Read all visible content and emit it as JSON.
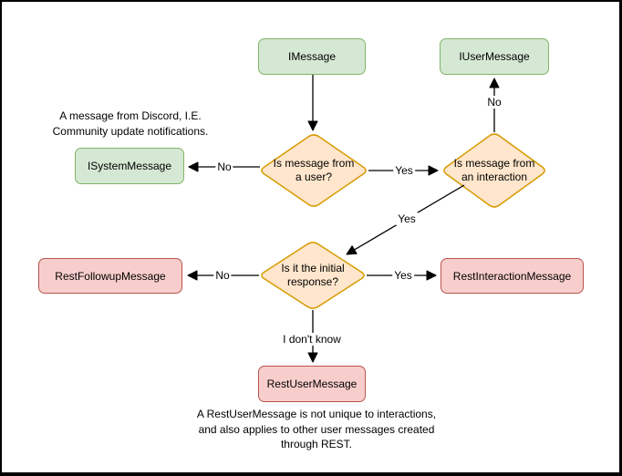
{
  "diagram": {
    "nodes": {
      "imessage": "IMessage",
      "iusermessage": "IUserMessage",
      "isystemmessage": "ISystemMessage",
      "restfollowupmessage": "RestFollowupMessage",
      "restinteractionmessage": "RestInteractionMessage",
      "restusermessage": "RestUserMessage"
    },
    "decisions": {
      "is_from_user": "Is message from\na user?",
      "is_from_interaction": "Is message from\nan interaction",
      "is_initial_response": "Is it the initial\nresponse?"
    },
    "edge_labels": {
      "from_user_no": "No",
      "from_user_yes": "Yes",
      "from_interaction_no": "No",
      "from_interaction_yes": "Yes",
      "initial_response_no": "No",
      "initial_response_yes": "Yes",
      "initial_response_unknown": "I don't know"
    },
    "annotations": {
      "system_message_note": "A message from Discord, I.E.\nCommunity update notifications.",
      "rest_user_message_note": "A RestUserMessage is not unique to interactions,\nand also applies to other user messages created\nthrough REST."
    },
    "colors": {
      "interface_node_fill": "#d5e8d4",
      "interface_node_stroke": "#82b366",
      "decision_fill": "#ffe6cc",
      "decision_stroke": "#d79b00",
      "rest_node_fill": "#f8cecc",
      "rest_node_stroke": "#b85450",
      "edge_color": "#000000",
      "background": "#ffffff"
    }
  }
}
